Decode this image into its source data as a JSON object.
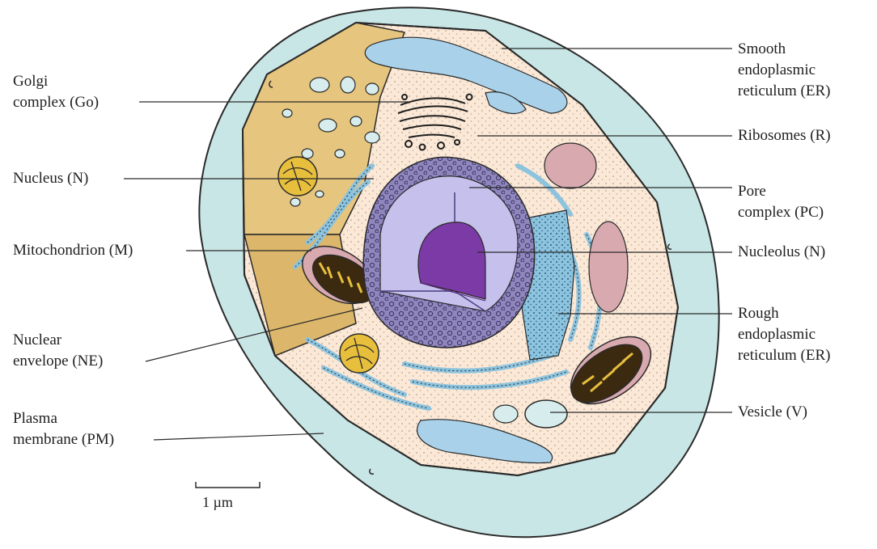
{
  "labels_left": {
    "golgi": "Golgi\ncomplex (Go)",
    "nucleus": "Nucleus (N)",
    "mitochondrion": "Mitochondrion (M)",
    "nuclear_envelope": "Nuclear\nenvelope (NE)",
    "plasma_membrane": "Plasma\nmembrane (PM)"
  },
  "labels_right": {
    "smooth_er": "Smooth\nendoplasmic\nreticulum (ER)",
    "ribosomes": "Ribosomes (R)",
    "pore_complex": "Pore\ncomplex (PC)",
    "nucleolus": "Nucleolus (N)",
    "rough_er": "Rough\nendoplasmic\nreticulum (ER)",
    "vesicle": "Vesicle (V)"
  },
  "scale_bar": {
    "label": "1 µm"
  },
  "colors": {
    "outer_cell": "#c9e6e6",
    "cytoplasm": "#fbe8d6",
    "cut_face": "#e6c57e",
    "nucleoplasm": "#c6c0ec",
    "nucleolus": "#7c3aa6",
    "nuclear_envelope": "#8f86bd",
    "mitochondrion": "#3b2a10",
    "mito_matrix": "#e7bf3c",
    "smooth_er": "#a9d2ea",
    "rough_er": "#8cc3de",
    "vacuole": "#d8aab0"
  }
}
